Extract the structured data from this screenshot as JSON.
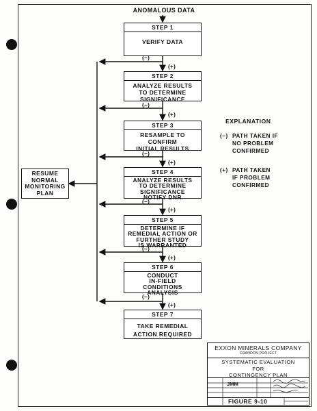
{
  "header": {
    "title": "ANOMALOUS DATA"
  },
  "steps": [
    {
      "head": "STEP 1",
      "lines": [
        "VERIFY DATA"
      ]
    },
    {
      "head": "STEP 2",
      "lines": [
        "ANALYZE RESULTS",
        "TO DETERMINE",
        "SIGNIFICANCE"
      ]
    },
    {
      "head": "STEP 3",
      "lines": [
        "RESAMPLE TO",
        "CONFIRM",
        "INITIAL RESULTS"
      ]
    },
    {
      "head": "STEP 4",
      "lines": [
        "ANALYZE RESULTS",
        "TO DETERMINE",
        "SIGNIFICANCE",
        "NOTIFY DNR"
      ]
    },
    {
      "head": "STEP 5",
      "lines": [
        "DETERMINE IF",
        "REMEDIAL ACTION OR",
        "FURTHER STUDY",
        "IS WARRANTED"
      ]
    },
    {
      "head": "STEP 6",
      "lines": [
        "CONDUCT",
        "IN-FIELD",
        "CONDITIONS",
        "ANALYSIS"
      ]
    },
    {
      "head": "STEP 7",
      "lines": [
        "TAKE REMEDIAL",
        "ACTION REQUIRED"
      ]
    }
  ],
  "resume": {
    "lines": [
      "RESUME",
      "NORMAL",
      "MONITORING",
      "PLAN"
    ]
  },
  "path_labels": {
    "negative": "(−)",
    "positive": "(+)"
  },
  "explanation": {
    "title": "EXPLANATION",
    "items": [
      {
        "symbol": "(−)",
        "lines": [
          "PATH TAKEN IF",
          "NO PROBLEM",
          "CONFIRMED"
        ]
      },
      {
        "symbol": "(+)",
        "lines": [
          "PATH TAKEN",
          "IF PROBLEM",
          "CONFIRMED"
        ]
      }
    ]
  },
  "title_block": {
    "company": "EXXON MINERALS COMPANY",
    "project": "CRANDON PROJECT",
    "title_lines": [
      "SYSTEMATIC EVALUATION",
      "FOR",
      "CONTINGENCY PLAN"
    ],
    "drawn_by": "JMM",
    "figure": "FIGURE 9-10"
  },
  "colors": {
    "ink": "#111111",
    "paper": "#fdfdfb"
  }
}
